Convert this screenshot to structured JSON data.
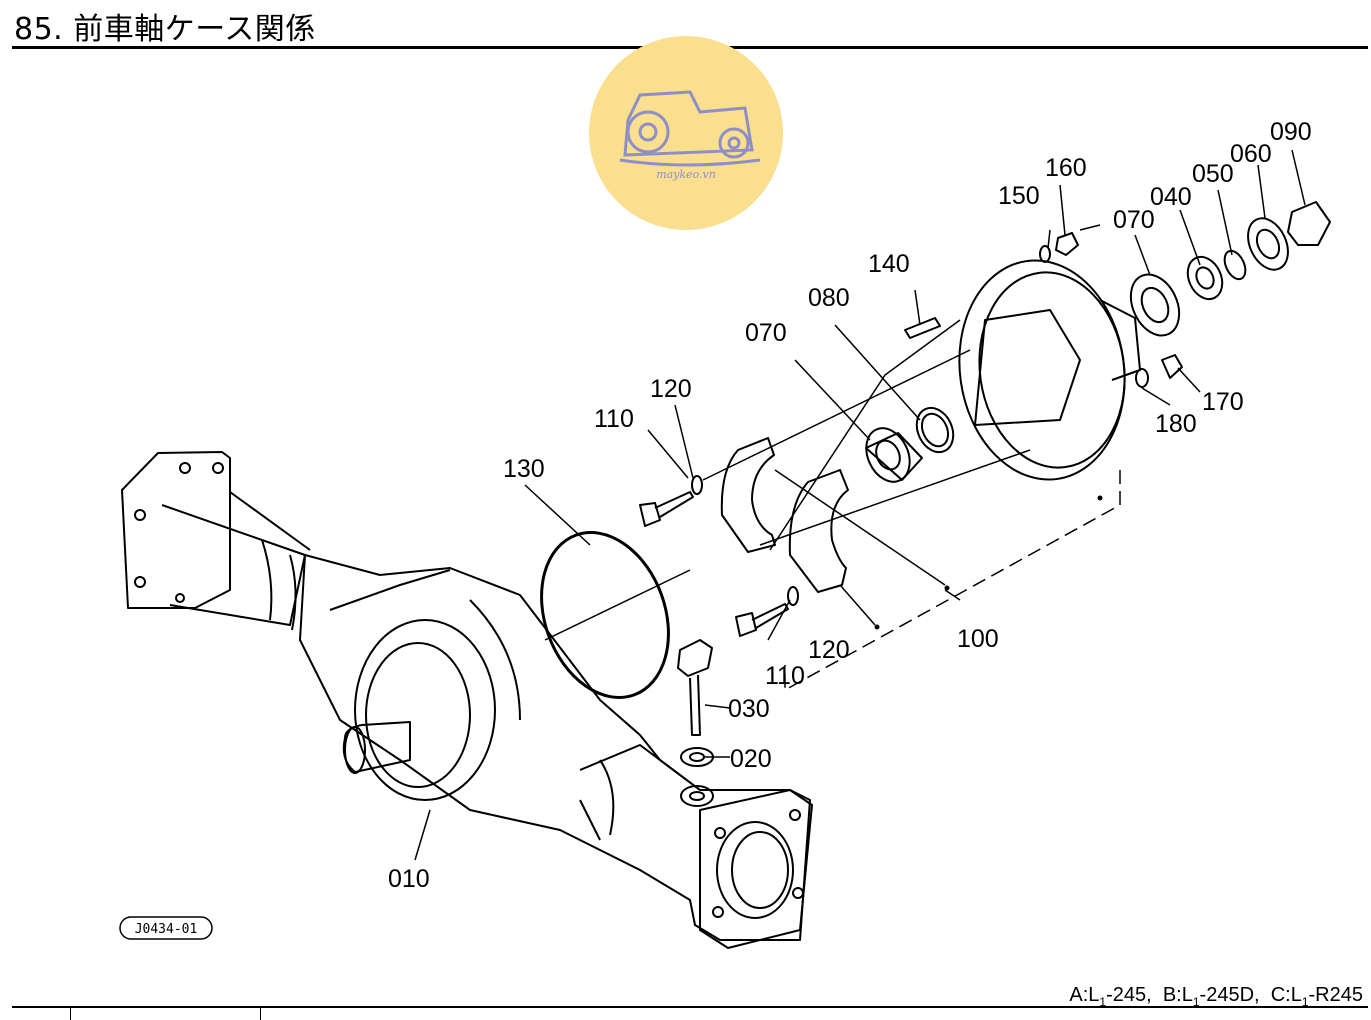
{
  "page": {
    "title": "85. 前車軸ケース関係",
    "figure_code": "J0434-01",
    "watermark_text": "maykeo.vn",
    "applicability": {
      "a_prefix": "A:L",
      "a_sub": "1",
      "a_suffix": "-245,",
      "b_prefix": "B:L",
      "b_sub": "1",
      "b_suffix": "-245D,",
      "c_prefix": "C:L",
      "c_sub": "1",
      "c_suffix": "-R245"
    }
  },
  "callouts": {
    "p010": "010",
    "p020": "020",
    "p030": "030",
    "p040": "040",
    "p050": "050",
    "p060": "060",
    "p070a": "070",
    "p070b": "070",
    "p080": "080",
    "p090": "090",
    "p100": "100",
    "p110a": "110",
    "p110b": "110",
    "p120a": "120",
    "p120b": "120",
    "p130": "130",
    "p140": "140",
    "p150": "150",
    "p160": "160",
    "p170": "170",
    "p180": "180"
  },
  "colors": {
    "watermark_fill": "#f9df8e",
    "watermark_stroke": "#8f8fc8"
  }
}
